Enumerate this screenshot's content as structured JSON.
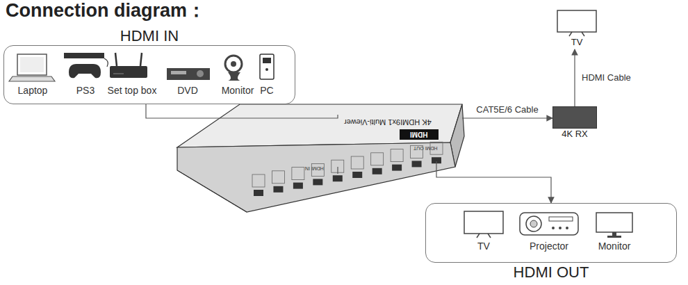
{
  "diagram": {
    "title": "Connection diagram：",
    "nodes": [
      {
        "text": [
          "HDMI IN"
        ]
      },
      {
        "text": [
          "4K HDMI9x1 Multi-Viewer"
        ]
      },
      {
        "text": [
          "4K RX"
        ]
      },
      {
        "text": [
          "TV"
        ]
      },
      {
        "text": [
          "HDMI OUT"
        ]
      }
    ],
    "edges": [
      {
        "from": 0,
        "to": 1,
        "arrow": "none"
      },
      {
        "from": 1,
        "to": 2,
        "label": "CAT5E/6 Cable",
        "arrow": "to"
      },
      {
        "from": 2,
        "to": 3,
        "label": "HDMI Cable",
        "arrow": "to"
      },
      {
        "from": 1,
        "to": 4,
        "arrow": "to"
      }
    ],
    "labels": [
      "Laptop",
      "PS3",
      "Set top box",
      "DVD",
      "Monitor",
      "PC",
      "TV",
      "Projector",
      "Monitor",
      "HDMI",
      "HDMI OUT",
      "HDMI IN"
    ]
  }
}
